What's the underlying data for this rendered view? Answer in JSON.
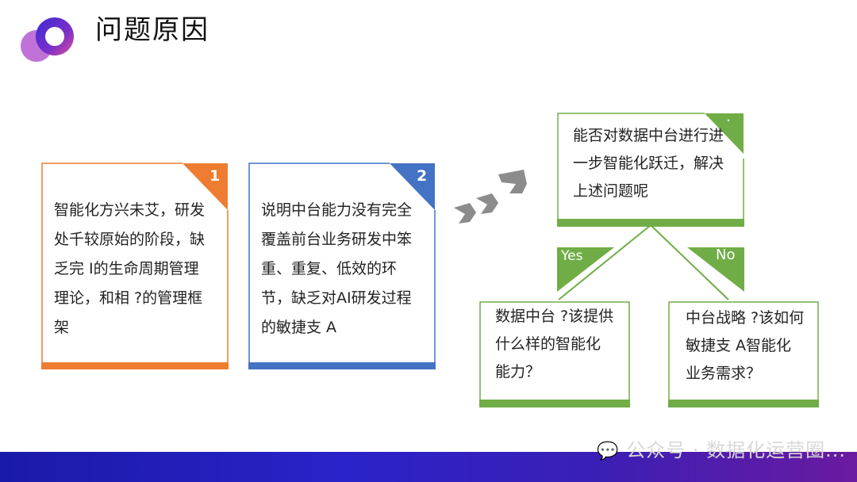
{
  "title": "问题原因",
  "card1": {
    "number": "1",
    "text": "智能化方兴未艾，研发处千较原始的阶段，缺乏完 I的生命周期管理理论，和相 ?的管理框架"
  },
  "card2": {
    "number": "2",
    "text": "说明中台能力没有完全覆盖前台业务研发中笨重、重复、低效的环节，缺乏对AI研发过程的敏捷支 A"
  },
  "question": {
    "text": "能否对数据中台进行进一步智能化跃迁，解决上述问题呢",
    "corner_mark": "·"
  },
  "yes_label": "Yes",
  "no_label": "No",
  "yes_box": {
    "text": "数据中台 ?该提供什么样的智能化能力？"
  },
  "no_box": {
    "text": "中台战略 ?该如何敏捷支 A智能化业务需求？"
  },
  "watermark": "公众号 · 数据化运营圈...",
  "colors": {
    "orange": "#EE7D31",
    "blue": "#4472C4",
    "green": "#70AD47",
    "arrow_gray": "#8C8C8C"
  }
}
